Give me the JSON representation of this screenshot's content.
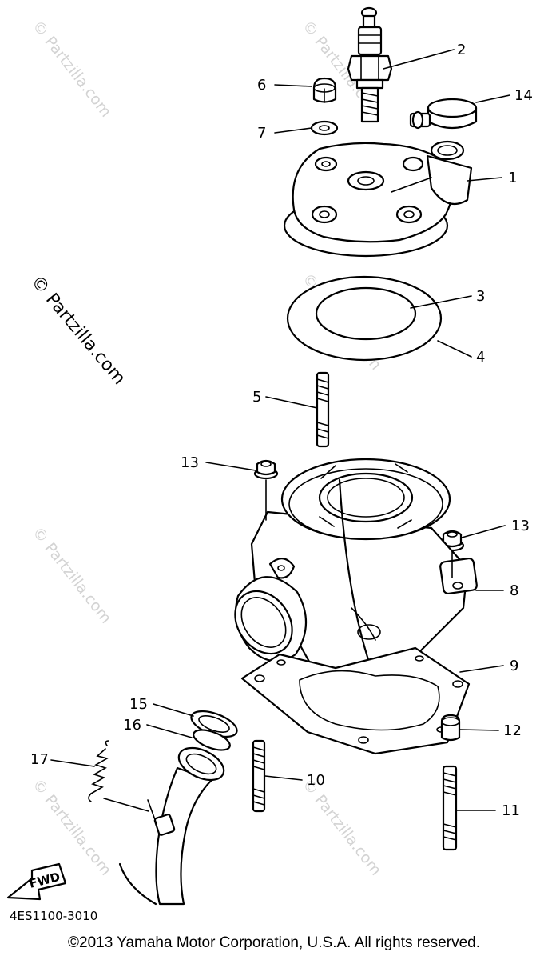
{
  "callouts": [
    {
      "id": "1",
      "label": "1"
    },
    {
      "id": "2",
      "label": "2"
    },
    {
      "id": "3",
      "label": "3"
    },
    {
      "id": "4",
      "label": "4"
    },
    {
      "id": "5",
      "label": "5"
    },
    {
      "id": "6",
      "label": "6"
    },
    {
      "id": "7",
      "label": "7"
    },
    {
      "id": "8",
      "label": "8"
    },
    {
      "id": "9",
      "label": "9"
    },
    {
      "id": "10",
      "label": "10"
    },
    {
      "id": "11",
      "label": "11"
    },
    {
      "id": "12",
      "label": "12"
    },
    {
      "id": "13a",
      "label": "13"
    },
    {
      "id": "13b",
      "label": "13"
    },
    {
      "id": "14",
      "label": "14"
    },
    {
      "id": "15",
      "label": "15"
    },
    {
      "id": "16",
      "label": "16"
    },
    {
      "id": "17",
      "label": "17"
    }
  ],
  "fwd_label": "FWD",
  "diagram_code": "4ES1100-3010",
  "watermark": "© Partzilla.com",
  "copyright": "©2013  Yamaha Motor Corporation, U.S.A. All rights reserved.",
  "colors": {
    "ink": "#000000",
    "watermark": "#b0b0b0",
    "background": "#ffffff"
  }
}
